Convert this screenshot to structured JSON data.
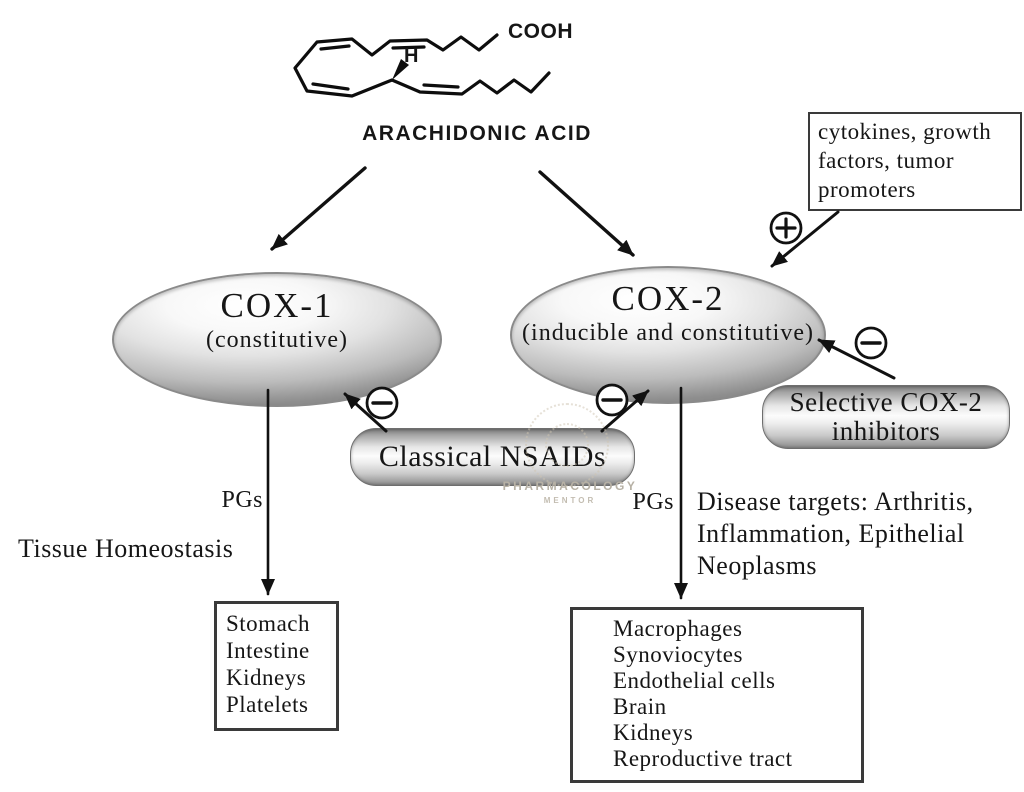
{
  "molecule": {
    "cooh_label": "COOH",
    "h_label": "H",
    "name": "ARACHIDONIC ACID"
  },
  "cox1": {
    "title": "COX-1",
    "subtitle": "(constitutive)"
  },
  "cox2": {
    "title": "COX-2",
    "subtitle": "(inducible and constitutive)"
  },
  "stimulus_box": {
    "lines": [
      "cytokines, growth",
      "factors, tumor",
      "promoters"
    ]
  },
  "nsaids_pill": {
    "label": "Classical NSAIDs"
  },
  "selective_pill": {
    "lines": [
      "Selective COX-2",
      "inhibitors"
    ]
  },
  "pgs": {
    "left": "PGs",
    "right": "PGs"
  },
  "outcomes": {
    "tissue": "Tissue Homeostasis",
    "disease_lines": [
      "Disease targets: Arthritis,",
      "Inflammation, Epithelial",
      "Neoplasms"
    ]
  },
  "homeostasis_box": {
    "items": [
      "Stomach",
      "Intestine",
      "Kidneys",
      "Platelets"
    ]
  },
  "disease_box": {
    "items": [
      "Macrophages",
      "Synoviocytes",
      "Endothelial cells",
      "Brain",
      "Kidneys",
      "Reproductive tract"
    ]
  },
  "signs": {
    "stimulation": "+",
    "inhibition": "−"
  },
  "watermark": {
    "line1": "PHARMACOLOGY",
    "line2": "MENTOR"
  },
  "colors": {
    "line": "#111111",
    "box_border": "#3a3a3a",
    "ellipse_edge": "#8a8a8a",
    "watermark_text": "#b7b1a5"
  }
}
